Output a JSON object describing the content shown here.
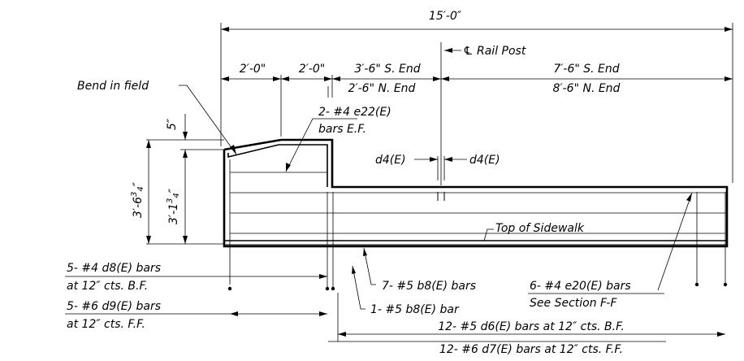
{
  "dims": {
    "overall": "15′-0″",
    "d1": "2′-0\"",
    "d2": "2′-0\"",
    "d3": "3′-6\" S. End",
    "d3b": "2′-6\" N. End",
    "d4": "7′-6\" S. End",
    "d4b": "8′-6\" N. End",
    "h_top": "5″",
    "h_total_main": "3′-6",
    "h_total_frac": "3",
    "h_total_den": "4",
    "h_total_inch": "″",
    "h_inner_main": "3′-1",
    "h_inner_frac": "3",
    "h_inner_den": "4",
    "h_inner_inch": "″"
  },
  "labels": {
    "rail_post": "℄ Rail Post",
    "bend": "Bend in field",
    "e22_a": "2- #4 e22(E)",
    "e22_b": "bars E.F.",
    "d4_left": "d4(E)",
    "d4_right": "d4(E)",
    "sidewalk": "Top of Sidewalk",
    "d8_a": "5- #4 d8(E) bars",
    "d8_b": "at 12″ cts. B.F.",
    "d9_a": "5- #6 d9(E) bars",
    "d9_b": "at 12″ cts. F.F.",
    "b8_7": "7- #5 b8(E) bars",
    "b8_1": "1- #5 b8(E) bar",
    "e20_a": "6- #4 e20(E) bars",
    "e20_b": "See Section F-F",
    "d6": "12- #5 d6(E) bars at 12″ cts. B.F.",
    "d7": "12- #6 d7(E) bars at 12″ cts. F.F."
  }
}
